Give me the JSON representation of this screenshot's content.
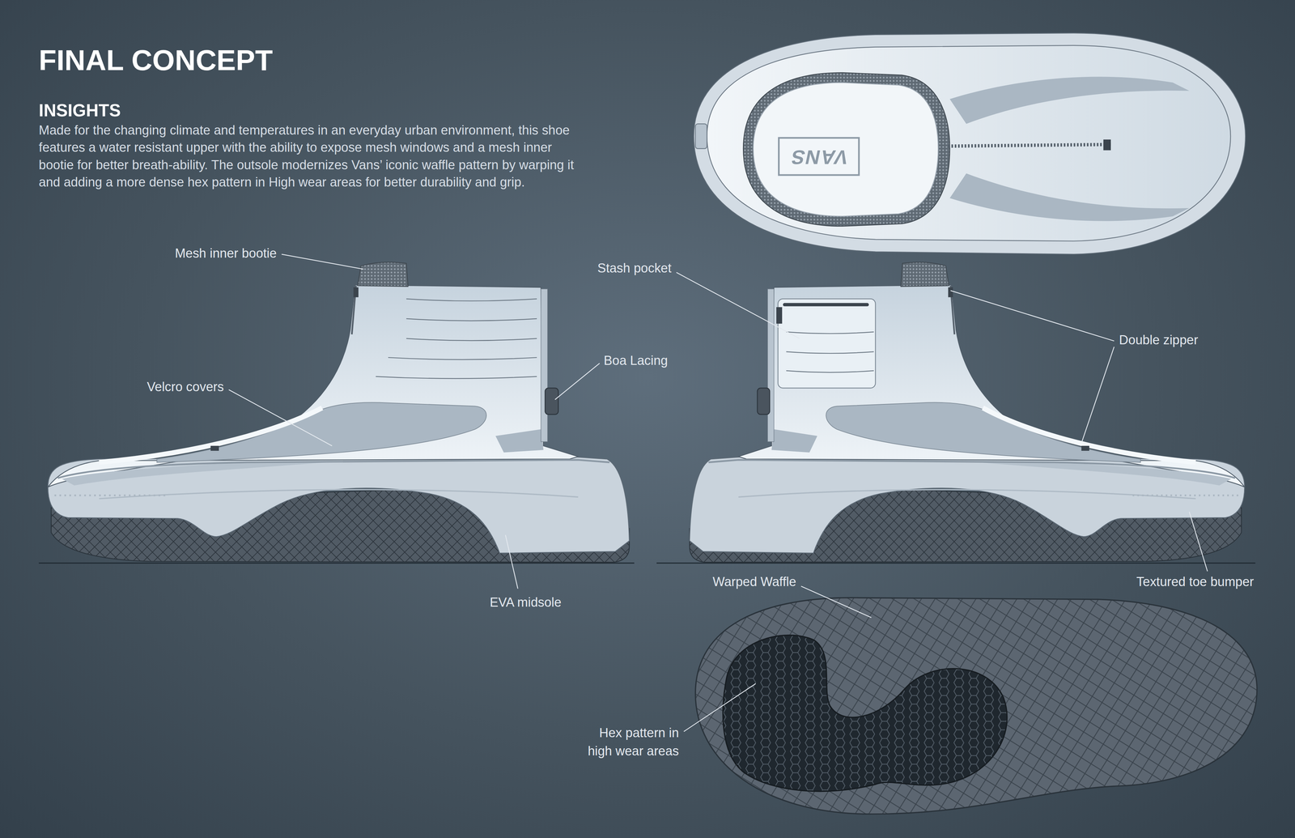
{
  "diagram": {
    "title": "FINAL CONCEPT",
    "labels": [
      "INSIGHTS",
      "Made for the changing climate and temperatures in an everyday urban environment, this shoe features a water resistant upper with the ability to expose mesh windows and a mesh inner bootie for better breath-ability. The outsole modernizes Vans’ iconic waffle pattern by warping it and adding a more dense hex pattern in High wear areas for better durability and grip.",
      "Mesh inner bootie",
      "Velcro covers",
      "Boa Lacing",
      "EVA midsole",
      "Stash pocket",
      "Double zipper",
      "Warped Waffle",
      "Textured toe bumper",
      "Hex pattern in high wear areas",
      "VANS"
    ]
  }
}
